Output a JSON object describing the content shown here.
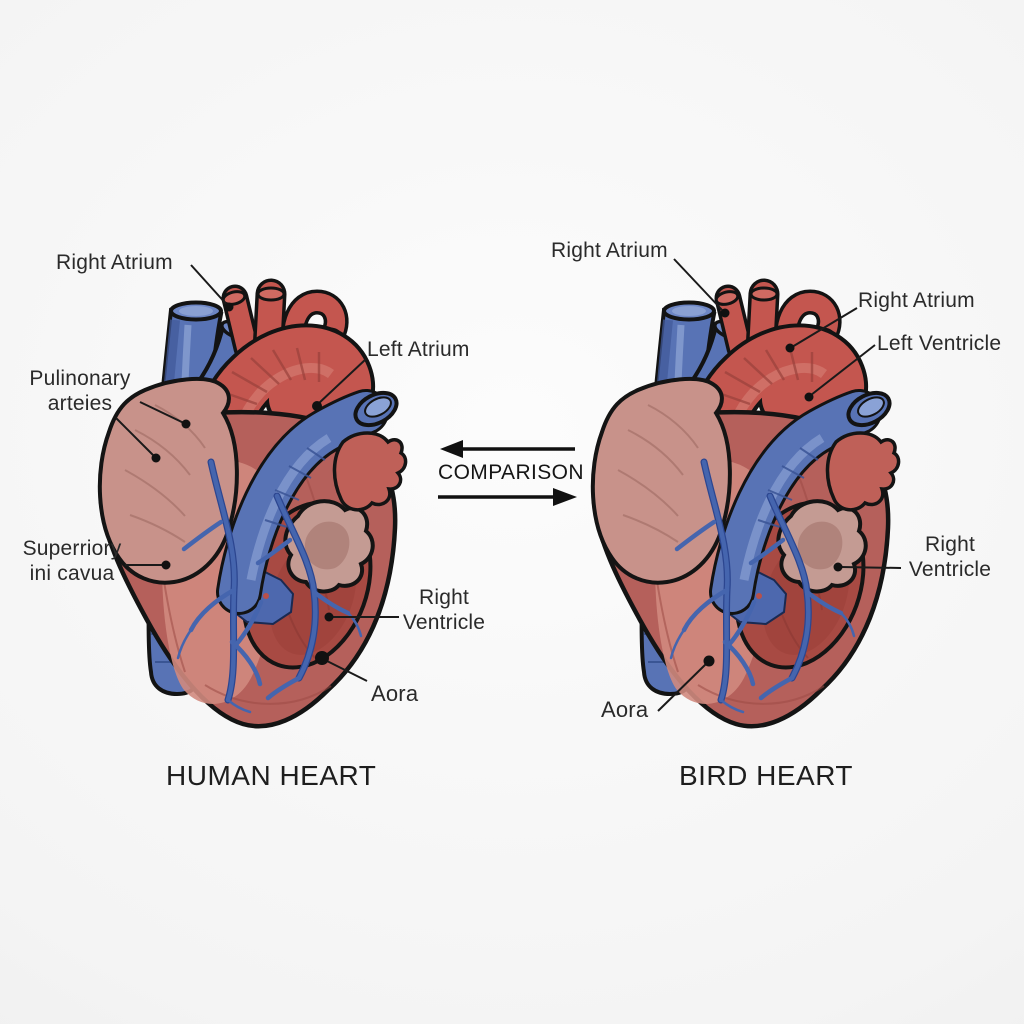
{
  "diagram": {
    "comparison_label": "COMPARISON",
    "human_heart": {
      "title": "HUMAN HEART",
      "labels": {
        "right_atrium": {
          "line1": "Right Atrium"
        },
        "pulmonary_arteries": {
          "line1": "Pulinonary",
          "line2": "arteies"
        },
        "superior_vena_cava": {
          "line1": "Superriory",
          "line2": "ini cavua"
        },
        "left_atrium": {
          "line1": "Left Atrium"
        },
        "right_ventricle": {
          "line1": "Right",
          "line2": "Ventricle"
        },
        "aorta": {
          "line1": "Aora"
        }
      }
    },
    "bird_heart": {
      "title": "BIRD HEART",
      "labels": {
        "right_atrium_upper": {
          "line1": "Right Atrium"
        },
        "right_atrium_side": {
          "line1": "Right Atrium"
        },
        "left_ventricle": {
          "line1": "Left Ventricle"
        },
        "right_ventricle": {
          "line1": "Right",
          "line2": "Ventricle"
        },
        "aorta": {
          "line1": "Aora"
        }
      }
    },
    "colors": {
      "vein_blue": "#5873b5",
      "artery_red": "#c4564f",
      "myocardium_red": "#b5605b",
      "atrium_pink": "#c8928a",
      "outline_black": "#141414",
      "label_text": "#2a2a2a",
      "background_gray": "#f1f1f1"
    }
  }
}
